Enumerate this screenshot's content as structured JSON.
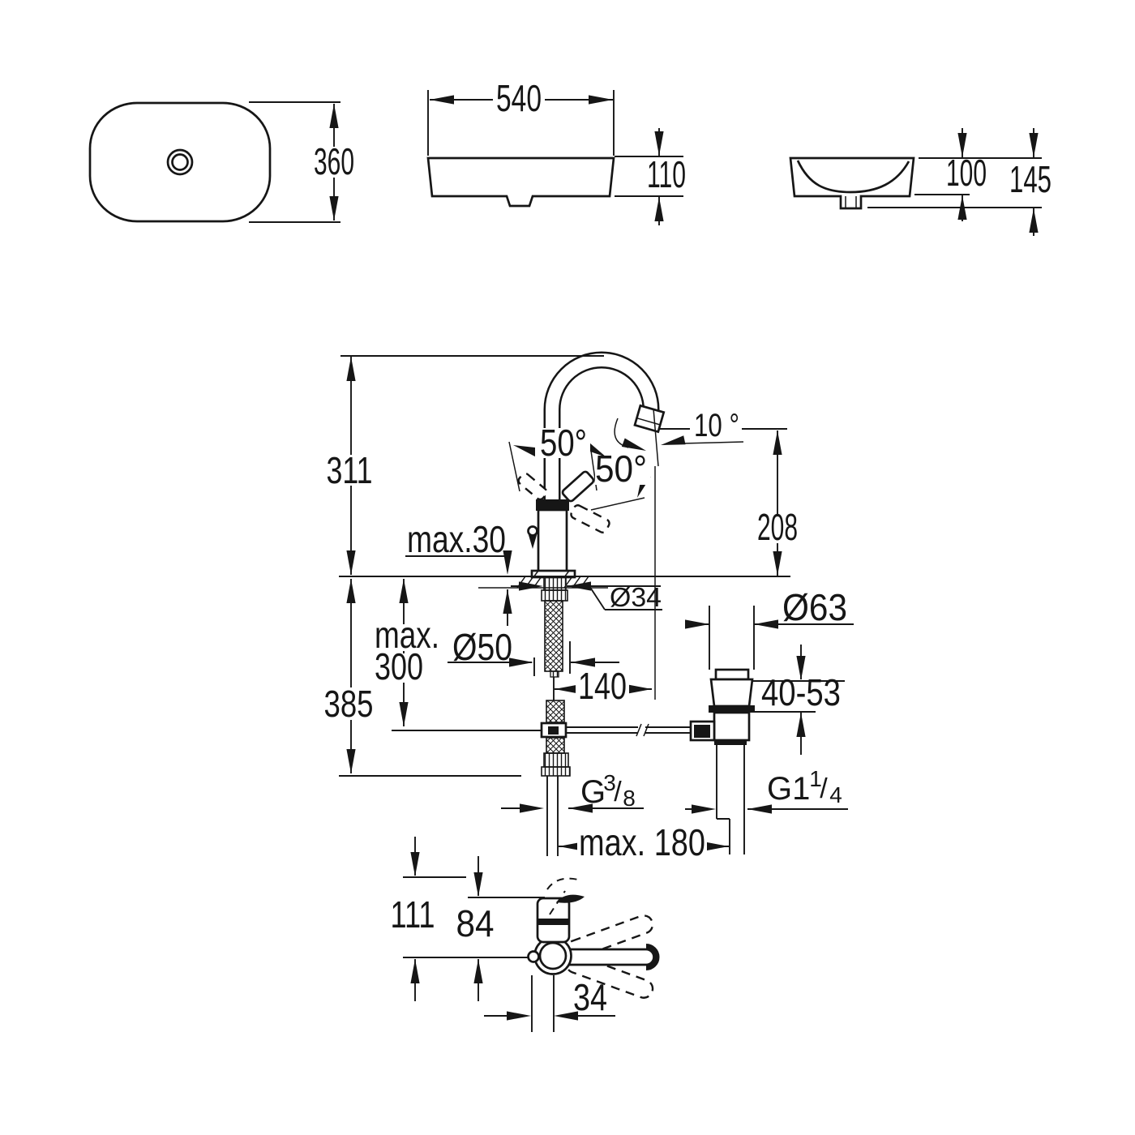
{
  "drawing": {
    "plan_view": {
      "width": "360"
    },
    "front_view": {
      "width": "540",
      "height": "110"
    },
    "side_view": {
      "inner_depth": "100",
      "total_height": "145"
    },
    "faucet_view": {
      "total_height": "311",
      "deck_thickness_max": "max.30",
      "handle_angle_left": "50°",
      "handle_angle_right": "50°",
      "spout_angle": "10 °",
      "outlet_height": "208",
      "shank_diameter": "Ø34",
      "hole_diameter": "Ø50",
      "spout_reach": "140",
      "hose_length_max_line1": "max.",
      "hose_length_max_line2": "300",
      "below_deck_depth": "385",
      "drain_diameter": "Ø63",
      "drain_clamp_range": "40-53",
      "supply_thread_prefix": "G",
      "supply_thread_numerator": "3",
      "supply_thread_slash": "/",
      "supply_thread_denominator": "8",
      "waste_thread_prefix": "G1",
      "waste_thread_numerator": "1",
      "waste_thread_slash": "/",
      "waste_thread_denominator": "4",
      "drain_offset_max": "max. 180"
    },
    "top_view": {
      "handle_height": "111",
      "body_height": "84",
      "shank_width": "34"
    }
  }
}
